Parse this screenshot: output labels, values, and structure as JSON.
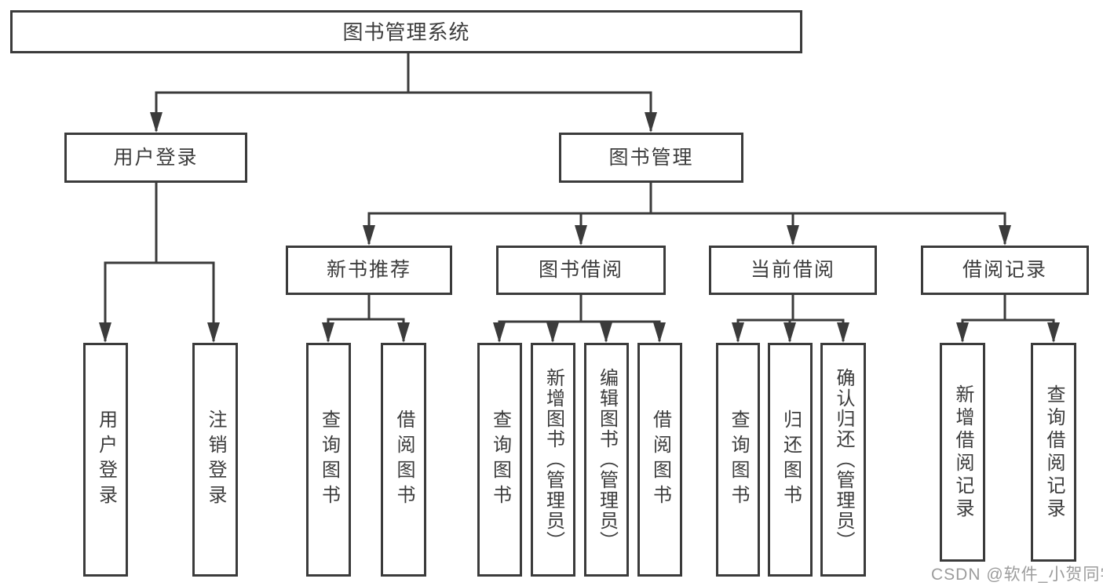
{
  "diagram": {
    "root": {
      "label": "图书管理系统"
    },
    "level2": [
      {
        "label": "用户登录"
      },
      {
        "label": "图书管理"
      }
    ],
    "level3": [
      {
        "label": "新书推荐"
      },
      {
        "label": "图书借阅"
      },
      {
        "label": "当前借阅"
      },
      {
        "label": "借阅记录"
      }
    ],
    "leaves": {
      "user_login": [
        "用户登录",
        "注销登录"
      ],
      "new_book": [
        "查询图书",
        "借阅图书"
      ],
      "book_borrow": [
        "查询图书",
        "新增图书（管理员）",
        "编辑图书（管理员）",
        "借阅图书"
      ],
      "current_borrow": [
        "查询图书",
        "归还图书",
        "确认归还（管理员）"
      ],
      "borrow_record": [
        "新增借阅记录",
        "查询借阅记录"
      ]
    }
  },
  "watermark": "CSDN @软件_小贺同学",
  "colors": {
    "line": "#3b3b3b",
    "text": "#3c3c3c",
    "watermark": "#9c9c9c",
    "background": "#ffffff"
  }
}
